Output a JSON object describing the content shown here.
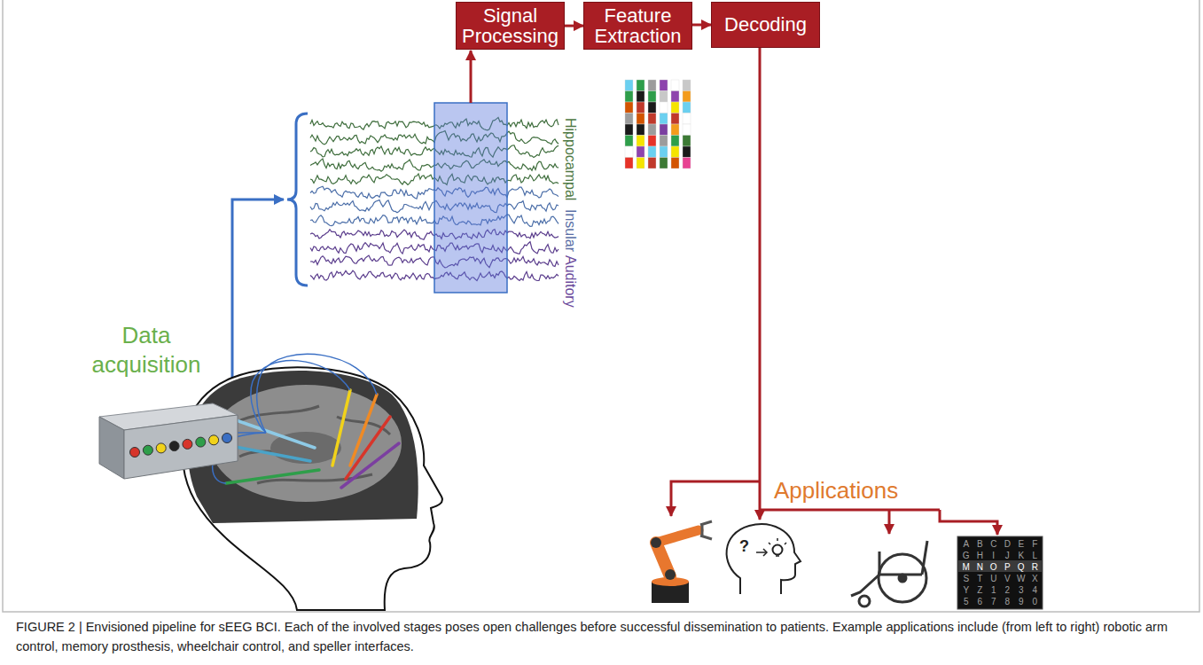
{
  "diagram": {
    "caption": "FIGURE 2 | Envisioned pipeline for sEEG BCI. Each of the involved stages poses open challenges before successful dissemination to patients. Example applications include (from left to right) robotic arm control, memory prosthesis, wheelchair control, and speller interfaces.",
    "nodes": [
      {
        "text": [
          "Signal Processing"
        ]
      },
      {
        "text": [
          "Feature Extraction"
        ]
      },
      {
        "text": [
          "Decoding"
        ]
      }
    ],
    "edges": [
      {
        "from": 0,
        "to": 1,
        "arrow": "to"
      },
      {
        "from": 1,
        "to": 2,
        "arrow": "to"
      }
    ],
    "labels": [
      "Data acquisition",
      "Hippocampal",
      "Insular",
      "Auditory",
      "Applications",
      "?",
      "A",
      "B",
      "C",
      "D",
      "E",
      "F",
      "G",
      "H",
      "I",
      "J",
      "K",
      "L",
      "M",
      "N",
      "O",
      "P",
      "Q",
      "R",
      "S",
      "T",
      "U",
      "V",
      "W",
      "X",
      "Y",
      "Z",
      "1",
      "2",
      "3",
      "4",
      "5",
      "6",
      "7",
      "8",
      "9",
      "0"
    ]
  }
}
